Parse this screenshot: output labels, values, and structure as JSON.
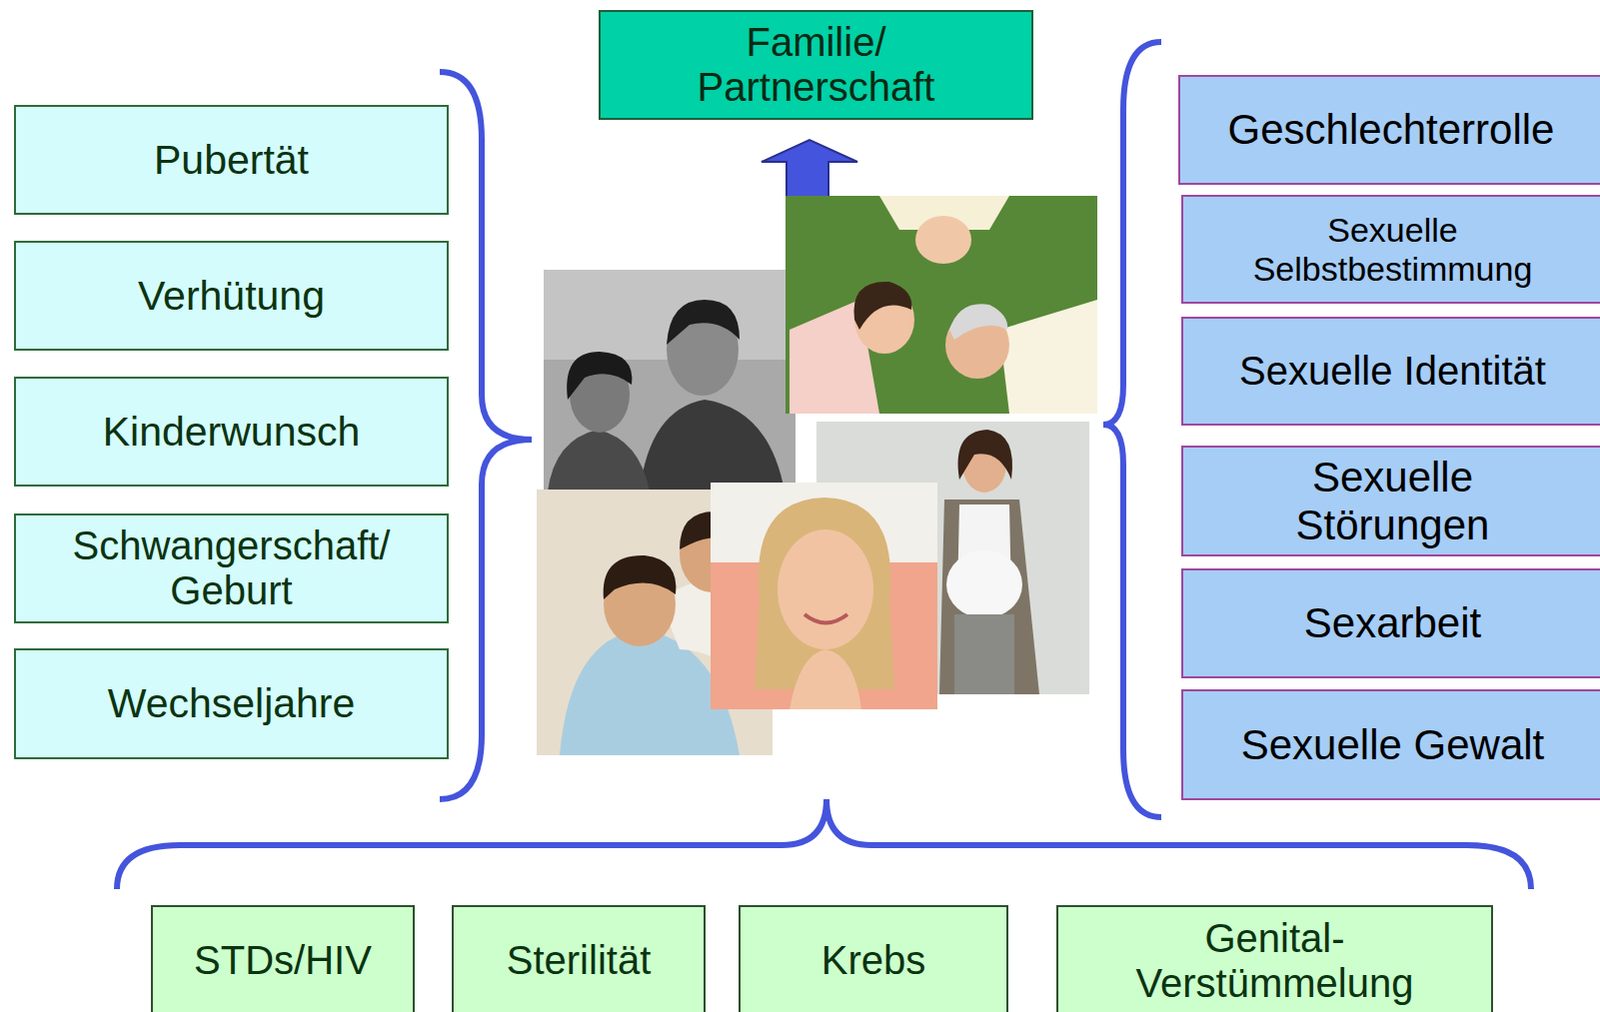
{
  "diagram": {
    "nodes": [
      {
        "text": [
          "Familie/ Partnerschaft"
        ]
      },
      {
        "text": [
          "Pubertät"
        ]
      },
      {
        "text": [
          "Verhütung"
        ]
      },
      {
        "text": [
          "Kinderwunsch"
        ]
      },
      {
        "text": [
          "Schwangerschaft/ Geburt"
        ]
      },
      {
        "text": [
          "Wechseljahre"
        ]
      },
      {
        "text": [
          "Geschlechterrolle"
        ]
      },
      {
        "text": [
          "Sexuelle Selbstbestimmung"
        ]
      },
      {
        "text": [
          "Sexuelle Identität"
        ]
      },
      {
        "text": [
          "Sexuelle Störungen"
        ]
      },
      {
        "text": [
          "Sexarbeit"
        ]
      },
      {
        "text": [
          "Sexuelle Gewalt"
        ]
      },
      {
        "text": [
          "STDs/HIV"
        ]
      },
      {
        "text": [
          "Sterilität"
        ]
      },
      {
        "text": [
          "Krebs"
        ]
      },
      {
        "text": [
          "Genital- Verstümmelung"
        ]
      }
    ]
  }
}
